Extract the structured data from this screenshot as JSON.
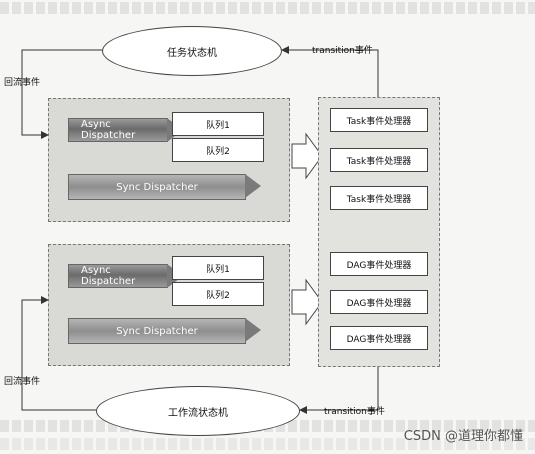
{
  "top_ellipse": "任务状态机",
  "bottom_ellipse": "工作流状态机",
  "transition_top": "transition事件",
  "transition_bottom": "transition事件",
  "callback_top": "回流事件",
  "callback_bottom": "回流事件",
  "group1": {
    "async": "Async Dispatcher",
    "sync": "Sync Dispatcher",
    "queue1": "队列1",
    "queue2": "队列2"
  },
  "group2": {
    "async": "Async Dispatcher",
    "sync": "Sync Dispatcher",
    "queue1": "队列1",
    "queue2": "队列2"
  },
  "task_handlers": [
    "Task事件处理器",
    "Task事件处理器",
    "Task事件处理器"
  ],
  "dag_handlers": [
    "DAG事件处理器",
    "DAG事件处理器",
    "DAG事件处理器"
  ],
  "watermark": "CSDN @道理你都懂",
  "colors": {
    "group_fill": "#d9d9d6",
    "bar_dark": "#6b6b6b",
    "line": "#333333"
  }
}
